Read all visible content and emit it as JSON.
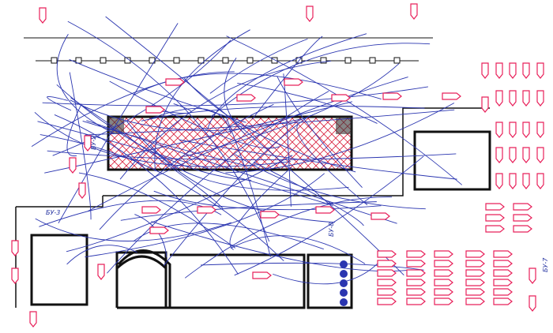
{
  "title": "Wiring diagram",
  "blocks": {
    "bu3": "БУ-3",
    "bu8": "БУ-8",
    "bu7": "БУ-7",
    "bu2": "БУ-2"
  },
  "colors": {
    "wire": "#2a35b0",
    "tag": "#e8205a",
    "frame": "#111111",
    "hatch": "#d8203c"
  }
}
